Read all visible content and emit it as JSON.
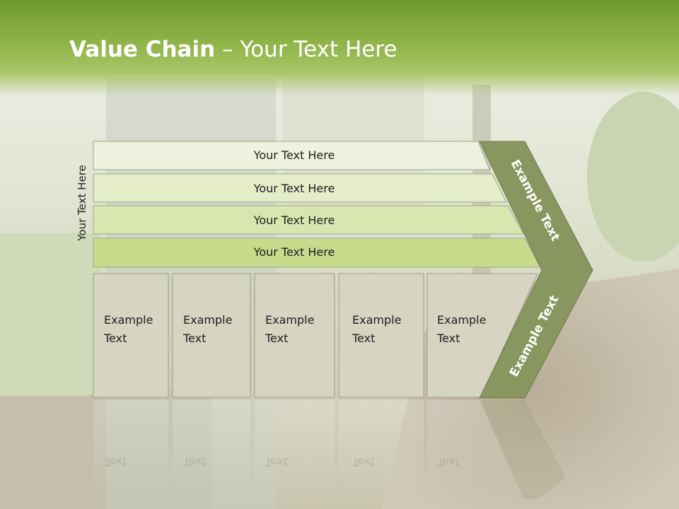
{
  "title": {
    "bold": "Value Chain",
    "rest": " – Your Text Here"
  },
  "side_label": "Your Text Here",
  "rows": [
    {
      "label": "Your Text Here"
    },
    {
      "label": "Your Text Here"
    },
    {
      "label": "Your Text Here"
    },
    {
      "label": "Your Text Here"
    }
  ],
  "boxes": [
    {
      "line1": "Example",
      "line2": "Text"
    },
    {
      "line1": "Example",
      "line2": "Text"
    },
    {
      "line1": "Example",
      "line2": "Text"
    },
    {
      "line1": "Example",
      "line2": "Text"
    },
    {
      "line1": "Example",
      "line2": "Text"
    }
  ],
  "chevron": {
    "top_label": "Example Text",
    "bottom_label": "Example Text"
  },
  "colors": {
    "title_bar": "#8fb448",
    "row_fills": [
      "#eef2de",
      "#e4ecc8",
      "#d9e6b0",
      "#c8da8c"
    ],
    "row_stroke": "#9aa88a",
    "box_fill": "#d6d5c2",
    "box_stroke": "#9c9b8a",
    "chevron_fill": "#8a9660"
  }
}
